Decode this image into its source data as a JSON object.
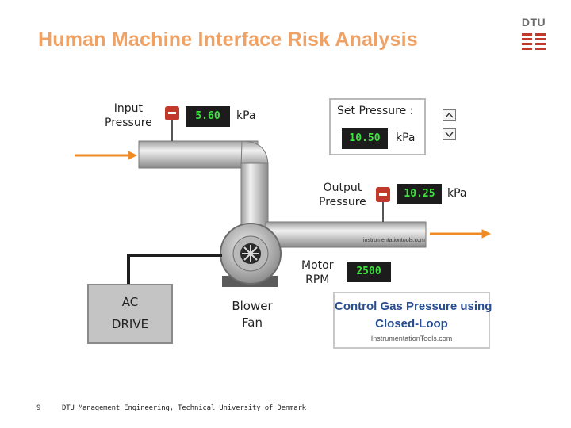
{
  "slide": {
    "title": "Human Machine Interface Risk Analysis",
    "logo_text": "DTU",
    "page_number": "9",
    "footer": "DTU Management Engineering, Technical University of Denmark"
  },
  "hmi": {
    "input_pressure": {
      "label_line1": "Input",
      "label_line2": "Pressure",
      "value": "5.60",
      "unit": "kPa"
    },
    "set_pressure": {
      "label": "Set Pressure :",
      "value": "10.50",
      "unit": "kPa"
    },
    "output_pressure": {
      "label_line1": "Output",
      "label_line2": "Pressure",
      "value": "10.25",
      "unit": "kPa"
    },
    "motor_rpm": {
      "label_line1": "Motor",
      "label_line2": "RPM",
      "value": "2500"
    },
    "blower": {
      "label_line1": "Blower",
      "label_line2": "Fan"
    },
    "ac_drive": {
      "label_line1": "AC",
      "label_line2": "DRIVE"
    },
    "pipe_watermark": "instrumentationtools.com",
    "badge": {
      "line1": "Control Gas Pressure using",
      "line2": "Closed-Loop",
      "line3": "InstrumentationTools.com"
    },
    "colors": {
      "accent_title": "#f0a265",
      "display_text": "#3ee23e",
      "flow_arrow": "#f08a24",
      "badge_text": "#264d8f",
      "transmitter": "#c0392b"
    }
  }
}
